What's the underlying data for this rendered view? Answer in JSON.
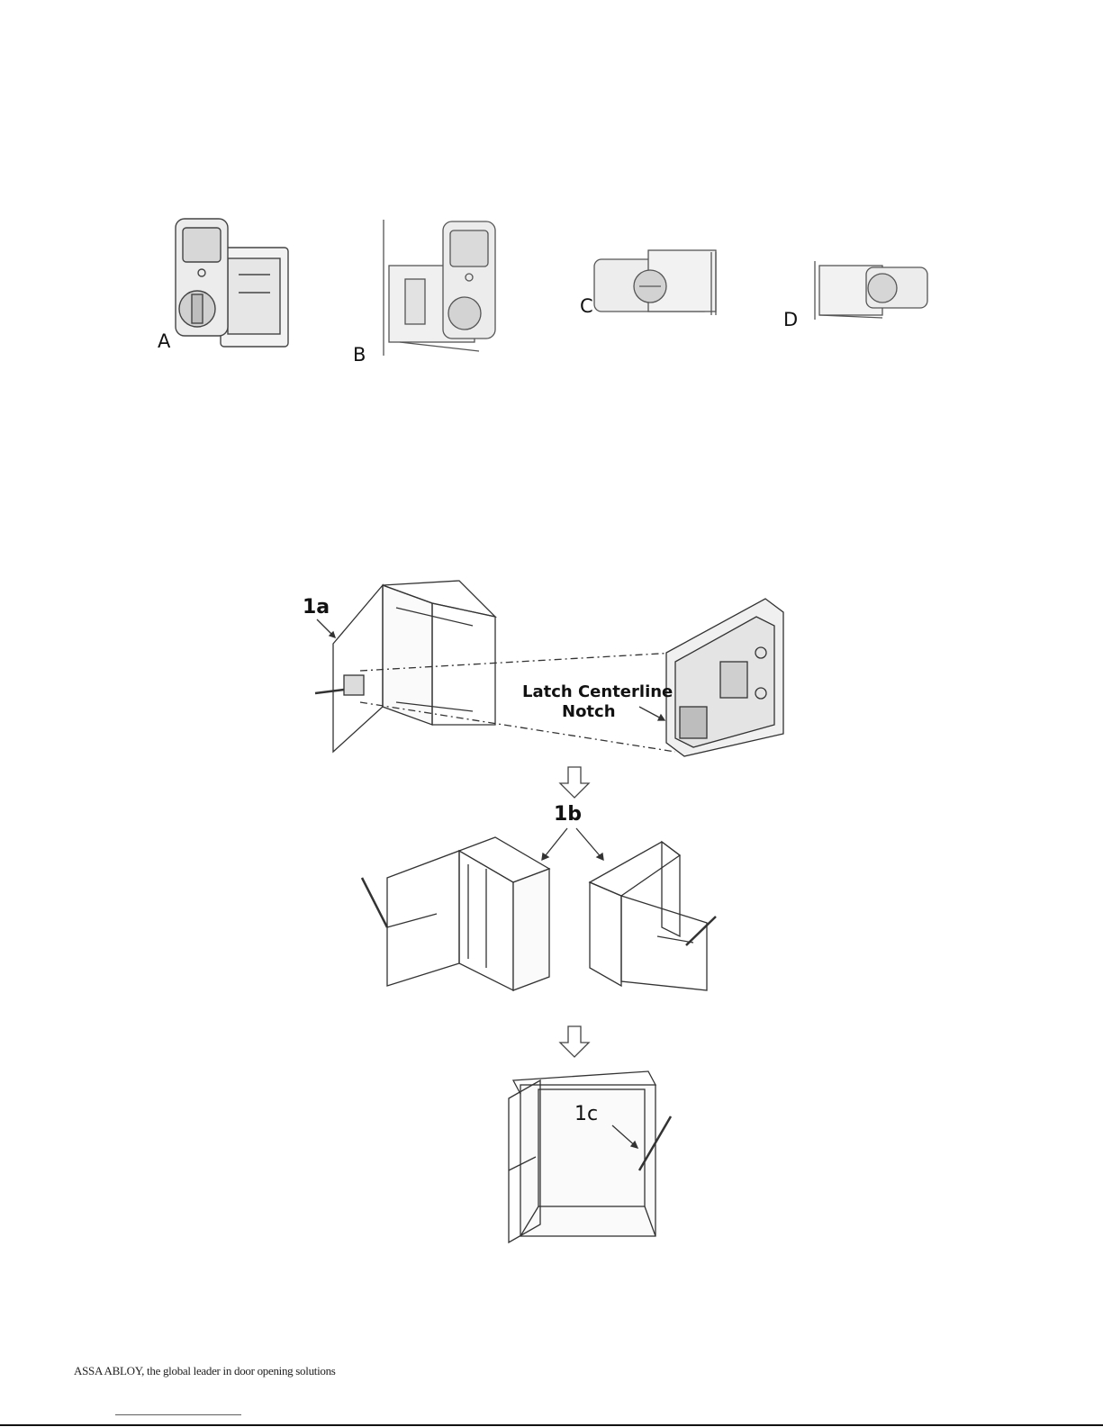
{
  "variants": [
    {
      "id": "variant-a",
      "label": "A"
    },
    {
      "id": "variant-b",
      "label": "B"
    },
    {
      "id": "variant-c",
      "label": "C"
    },
    {
      "id": "variant-d",
      "label": "D"
    }
  ],
  "steps": {
    "step_1a": "1a",
    "step_1b": "1b",
    "step_1c": "1c",
    "latch_line1": "Latch Centerline",
    "latch_line2": "Notch"
  },
  "footer": {
    "tagline": "ASSA ABLOY, the global leader in door opening solutions"
  }
}
